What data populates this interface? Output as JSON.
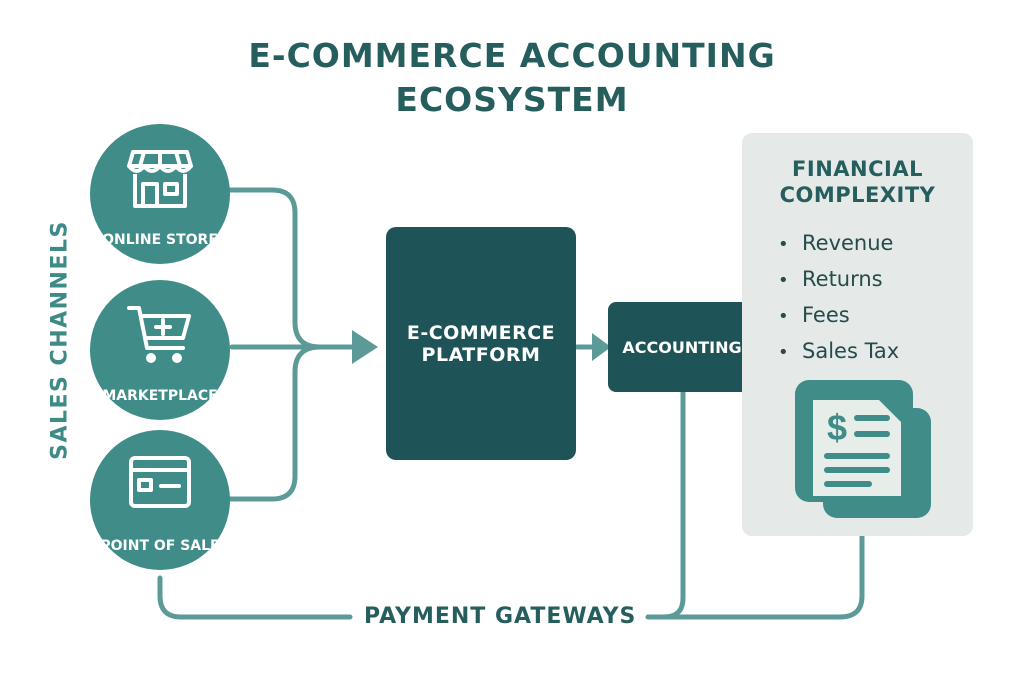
{
  "title": {
    "line1": "E-COMMERCE ACCOUNTING",
    "line2": "ECOSYSTEM"
  },
  "side_label": "SALES CHANNELS",
  "channels": [
    {
      "label": "ONLINE STORE",
      "icon": "storefront-icon"
    },
    {
      "label": "MARKETPLACE",
      "icon": "shopping-cart-icon"
    },
    {
      "label": "POINT OF SALE",
      "icon": "card-terminal-icon"
    }
  ],
  "platform": {
    "line1": "E-COMMERCE",
    "line2": "PLATFORM"
  },
  "accounting": {
    "label": "ACCOUNTING"
  },
  "financial_panel": {
    "title_line1": "FINANCIAL",
    "title_line2": "COMPLEXITY",
    "bullet_symbol": "•",
    "items": [
      "Revenue",
      "Returns",
      "Fees",
      "Sales Tax"
    ],
    "icon": "financial-document-icon"
  },
  "gateway": {
    "label": "PAYMENT GATEWAYS"
  },
  "colors": {
    "title": "#265e5e",
    "teal_circle": "#3f8c88",
    "dark_box": "#1e5457",
    "connector": "#5c9a97",
    "panel_bg": "#e5eae8"
  }
}
